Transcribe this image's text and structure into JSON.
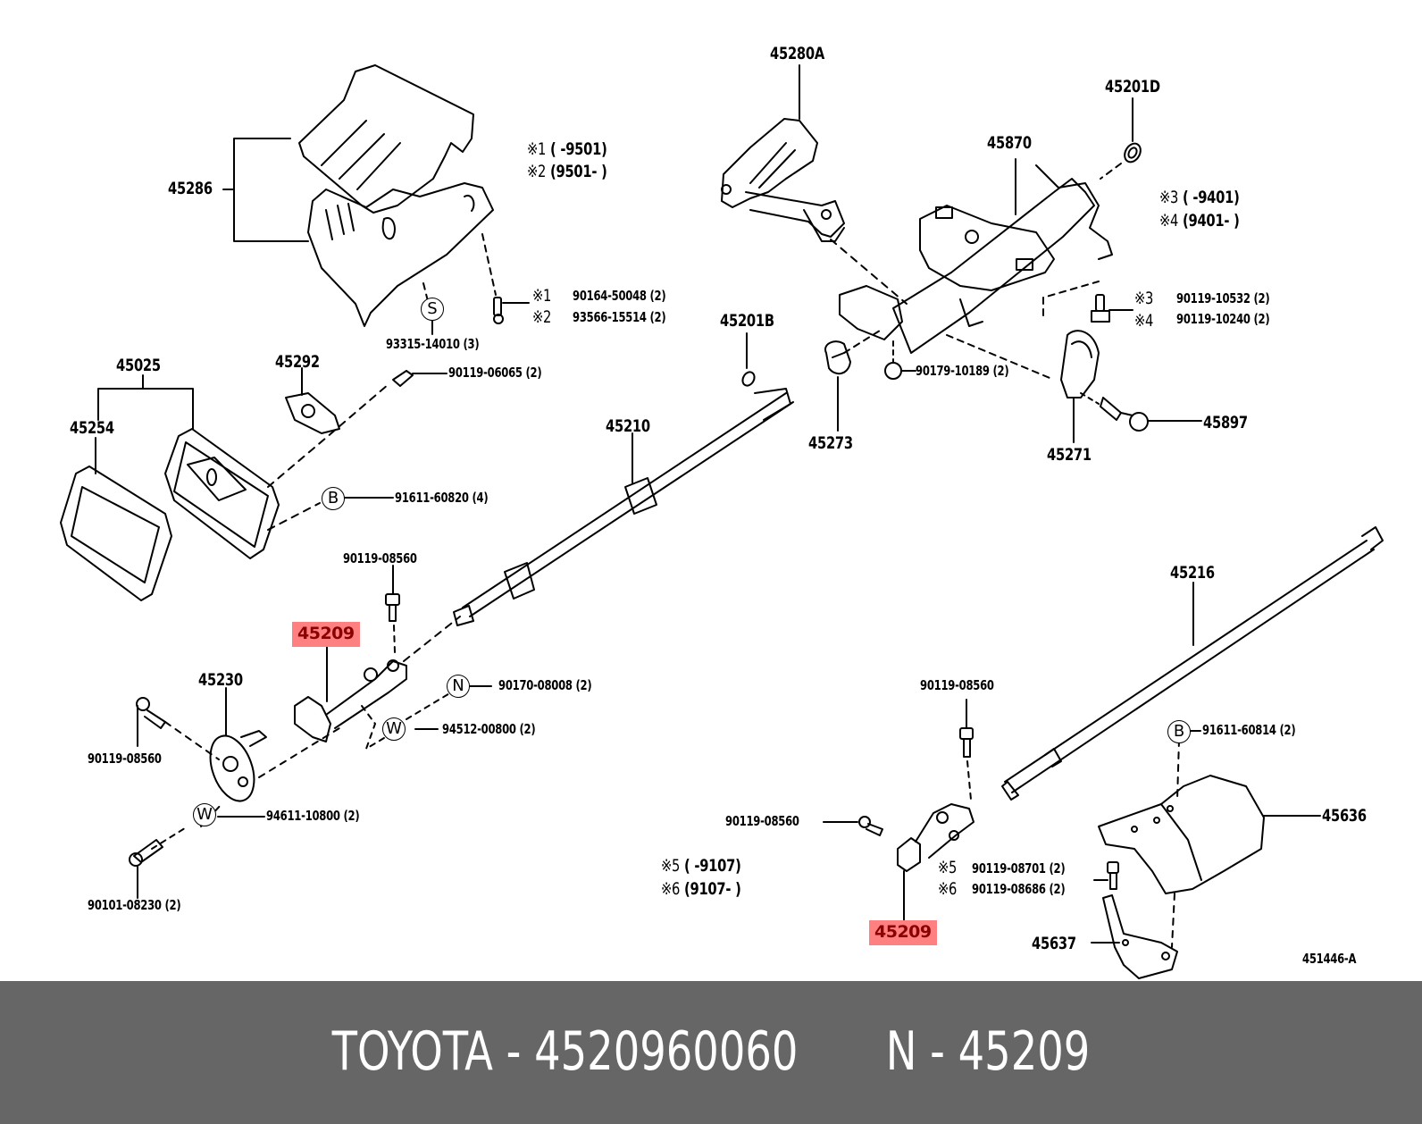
{
  "diagram": {
    "title_code": "451446-A",
    "highlight_color": "#ff8080",
    "highlight_text_color": "#8b0000",
    "highlighted_part": "45209",
    "notes": [
      {
        "mark": "※1",
        "range": "(        -9501)"
      },
      {
        "mark": "※2",
        "range": "(9501-        )"
      },
      {
        "mark": "※3",
        "range": "(        -9401)"
      },
      {
        "mark": "※4",
        "range": "(9401-        )"
      },
      {
        "mark": "※5",
        "range": "(        -9107)"
      },
      {
        "mark": "※6",
        "range": "(9107-        )"
      }
    ],
    "parts": {
      "p45286": "45286",
      "p45280A": "45280A",
      "p45201D": "45201D",
      "p45870": "45870",
      "p45201B": "45201B",
      "p45025": "45025",
      "p45254": "45254",
      "p45292": "45292",
      "p45210": "45210",
      "p45273": "45273",
      "p45271": "45271",
      "p45897": "45897",
      "p45230": "45230",
      "p45209a": "45209",
      "p45209b": "45209",
      "p45216": "45216",
      "p45636": "45636",
      "p45637": "45637",
      "b93315": "93315-14010 (3)",
      "b90164": "90164-50048 (2)",
      "b93566": "93566-15514 (2)",
      "b90119_06065": "90119-06065 (2)",
      "b91611_60820": "91611-60820 (4)",
      "b90119_08560_a": "90119-08560",
      "b90170": "90170-08008 (2)",
      "b94512": "94512-00800 (2)",
      "b90119_08560_b": "90119-08560",
      "b94611": "94611-10800 (2)",
      "b90101": "90101-08230 (2)",
      "b90119_10532": "90119-10532 (2)",
      "b90119_10240": "90119-10240 (2)",
      "b90179": "90179-10189 (2)",
      "b90119_08560_c": "90119-08560",
      "b90119_08560_d": "90119-08560",
      "b91611_60814": "91611-60814 (2)",
      "b90119_08701": "90119-08701 (2)",
      "b90119_08686": "90119-08686 (2)"
    },
    "symbols": {
      "S": "S",
      "B": "B",
      "N": "N",
      "W": "W"
    }
  },
  "footer": {
    "brand": "TOYOTA",
    "sep": "-",
    "part_number": "4520960060",
    "n_label": "N",
    "n_code": "45209"
  }
}
